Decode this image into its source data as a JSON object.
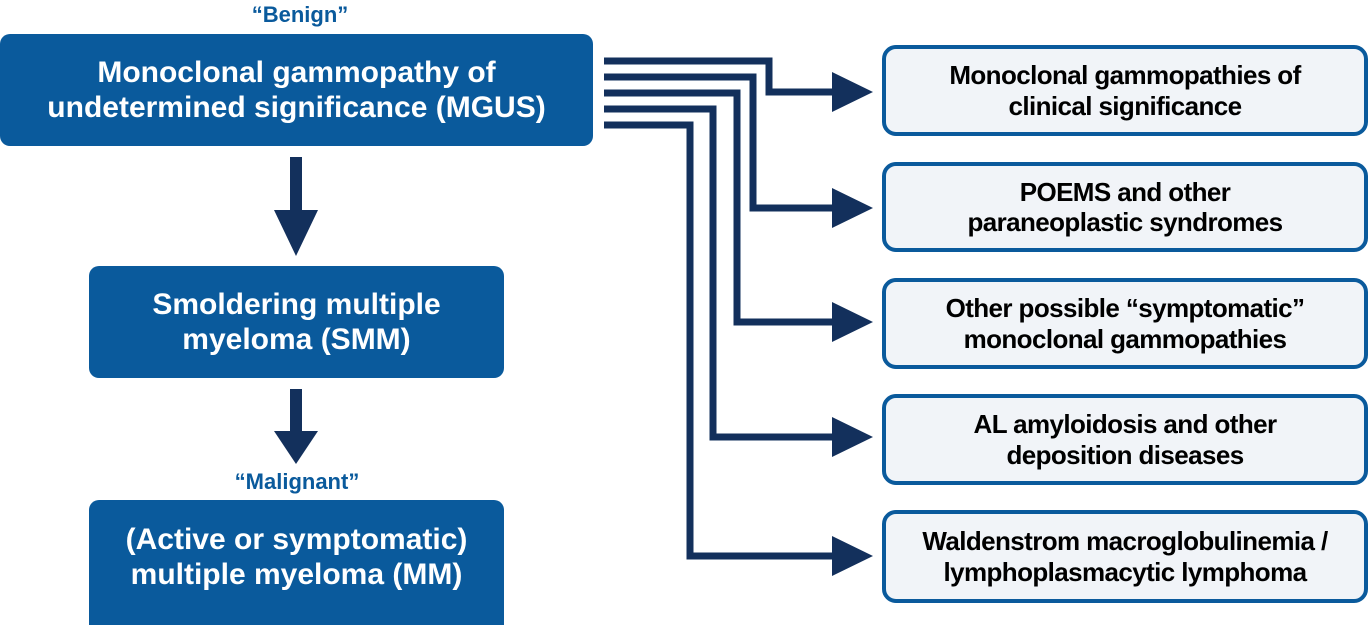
{
  "diagram": {
    "title": "Spectrum of monoclonal gammopathies",
    "colors": {
      "primary_box": "#0a5a9c",
      "connector": "#13305c",
      "right_box_fill": "#f1f4f8",
      "right_box_border": "#0a5a9c",
      "label": "#0a5a9c"
    },
    "labels": {
      "benign": "“Benign”",
      "malignant": "“Malignant”"
    },
    "progression": [
      {
        "id": "mgus",
        "text": "Monoclonal gammopathy of\nundetermined significance (MGUS)"
      },
      {
        "id": "smm",
        "text": "Smoldering multiple\nmyeloma (SMM)"
      },
      {
        "id": "mm",
        "text": "(Active or symptomatic)\nmultiple myeloma (MM)"
      }
    ],
    "related_conditions": [
      {
        "id": "mgcs",
        "text": "Monoclonal gammopathies of\nclinical significance"
      },
      {
        "id": "poems",
        "text": "POEMS and other\nparaneoplastic syndromes"
      },
      {
        "id": "symptomatic",
        "text": "Other possible “symptomatic”\nmonoclonal gammopathies"
      },
      {
        "id": "al",
        "text": "AL amyloidosis and other\ndeposition diseases"
      },
      {
        "id": "wm",
        "text": "Waldenstrom macroglobulinemia /\nlymphoplasmacytic lymphoma"
      }
    ],
    "edges": [
      {
        "from": "mgus",
        "to": "smm"
      },
      {
        "from": "smm",
        "to": "mm"
      },
      {
        "from": "mgus",
        "to": "mgcs"
      },
      {
        "from": "mgus",
        "to": "poems"
      },
      {
        "from": "mgus",
        "to": "symptomatic"
      },
      {
        "from": "mgus",
        "to": "al"
      },
      {
        "from": "mgus",
        "to": "wm"
      }
    ]
  }
}
